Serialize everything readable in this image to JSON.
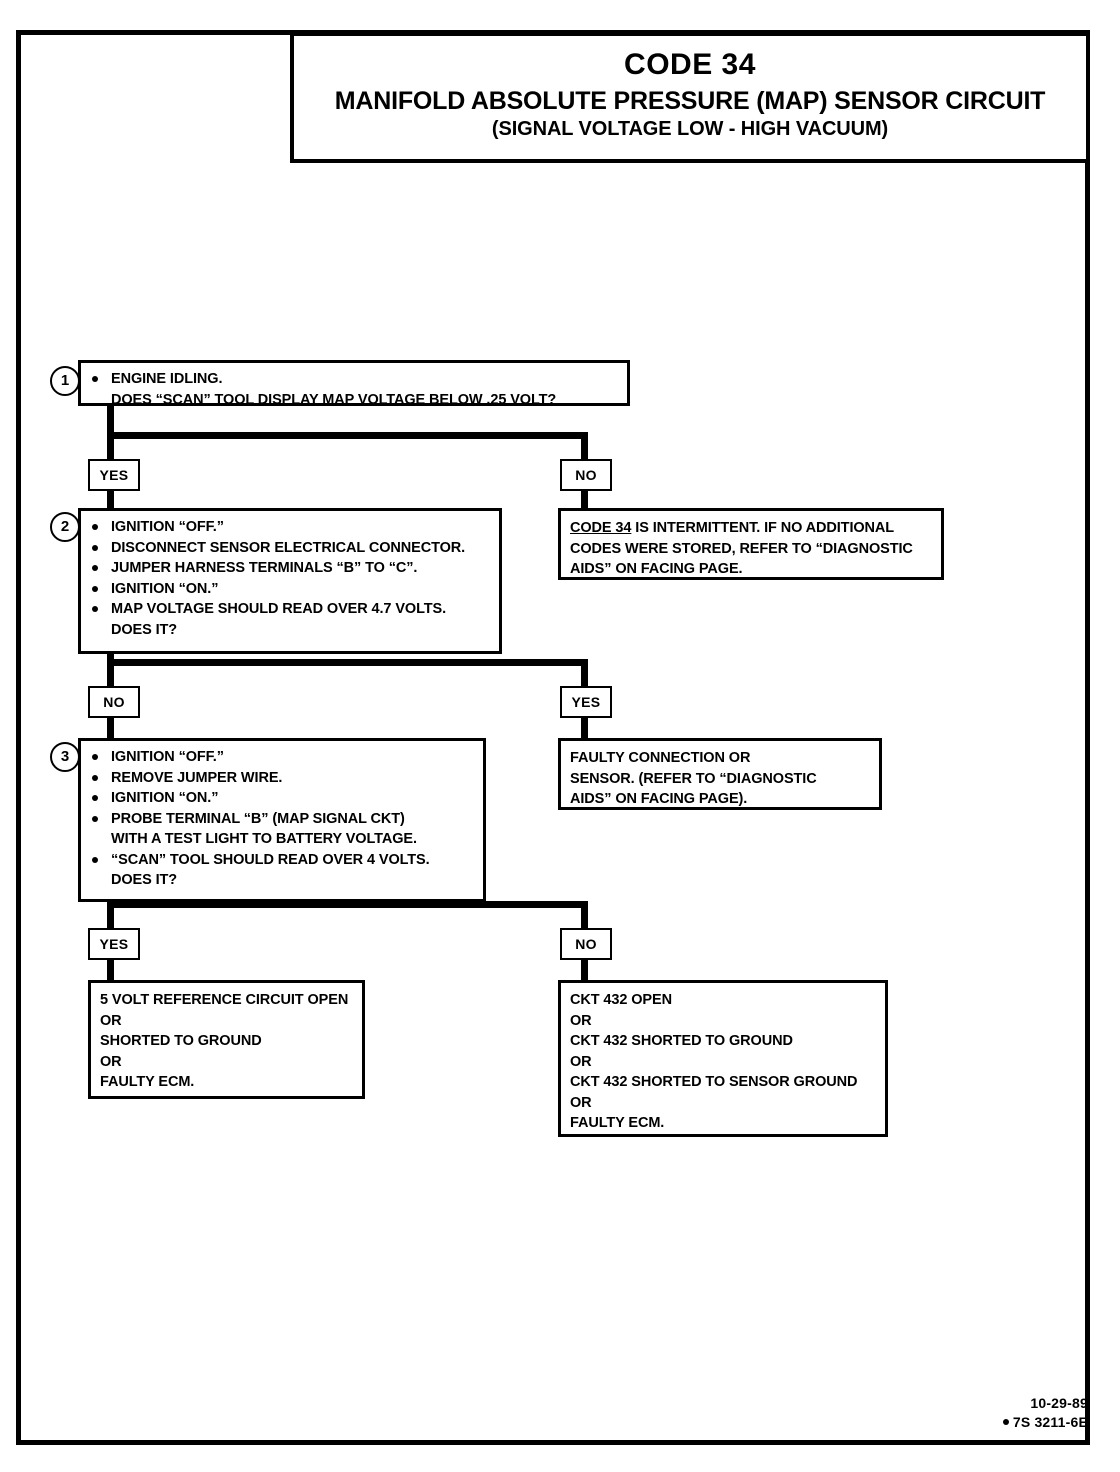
{
  "document": {
    "title_code": "CODE 34",
    "title_main": "MANIFOLD ABSOLUTE PRESSURE (MAP) SENSOR CIRCUIT",
    "title_sub": "(SIGNAL VOLTAGE LOW - HIGH VACUUM)"
  },
  "chart_data": {
    "type": "flowchart",
    "title": "CODE 34 - MANIFOLD ABSOLUTE PRESSURE (MAP) SENSOR CIRCUIT (SIGNAL VOLTAGE LOW - HIGH VACUUM)",
    "nodes": [
      {
        "id": "step1",
        "kind": "test-step",
        "number": "1",
        "lines": [
          {
            "text": "ENGINE IDLING.",
            "bullet": true
          },
          {
            "text": "DOES “SCAN” TOOL DISPLAY MAP VOLTAGE BELOW .25 VOLT?",
            "bullet": false
          }
        ]
      },
      {
        "id": "step2",
        "kind": "test-step",
        "number": "2",
        "lines": [
          {
            "text": "IGNITION “OFF.”",
            "bullet": true
          },
          {
            "text": "DISCONNECT SENSOR ELECTRICAL CONNECTOR.",
            "bullet": true
          },
          {
            "text": "JUMPER HARNESS TERMINALS “B” TO “C”.",
            "bullet": true
          },
          {
            "text": "IGNITION “ON.”",
            "bullet": true
          },
          {
            "text": "MAP VOLTAGE SHOULD READ OVER 4.7 VOLTS.",
            "bullet": true
          },
          {
            "text": "DOES IT?",
            "bullet": false
          }
        ]
      },
      {
        "id": "step3",
        "kind": "test-step",
        "number": "3",
        "lines": [
          {
            "text": "IGNITION “OFF.”",
            "bullet": true
          },
          {
            "text": "REMOVE JUMPER WIRE.",
            "bullet": true
          },
          {
            "text": "IGNITION “ON.”",
            "bullet": true
          },
          {
            "text": "PROBE TERMINAL “B” (MAP SIGNAL CKT)",
            "bullet": true
          },
          {
            "text": "WITH A TEST LIGHT TO BATTERY VOLTAGE.",
            "bullet": false
          },
          {
            "text": "“SCAN” TOOL SHOULD READ OVER 4 VOLTS.",
            "bullet": true
          },
          {
            "text": "DOES IT?",
            "bullet": false
          }
        ]
      },
      {
        "id": "result_intermittent",
        "kind": "result",
        "lines": [
          {
            "text": "CODE 34",
            "underline": true,
            "tail": " IS INTERMITTENT.  IF NO ADDITIONAL"
          },
          {
            "text": "CODES WERE STORED, REFER TO “DIAGNOSTIC"
          },
          {
            "text": "AIDS” ON FACING PAGE."
          }
        ]
      },
      {
        "id": "result_faulty_connection",
        "kind": "result",
        "lines": [
          {
            "text": "FAULTY CONNECTION OR"
          },
          {
            "text": "SENSOR.  (REFER TO “DIAGNOSTIC"
          },
          {
            "text": "AIDS” ON FACING PAGE)."
          }
        ]
      },
      {
        "id": "result_5volt",
        "kind": "result",
        "lines": [
          {
            "text": "5 VOLT REFERENCE CIRCUIT OPEN"
          },
          {
            "text": "OR"
          },
          {
            "text": "SHORTED TO GROUND"
          },
          {
            "text": "OR"
          },
          {
            "text": "FAULTY ECM."
          }
        ]
      },
      {
        "id": "result_ckt432",
        "kind": "result",
        "lines": [
          {
            "text": "CKT 432 OPEN"
          },
          {
            "text": "OR"
          },
          {
            "text": "CKT 432 SHORTED TO GROUND"
          },
          {
            "text": "OR"
          },
          {
            "text": "CKT 432 SHORTED TO SENSOR GROUND"
          },
          {
            "text": "OR"
          },
          {
            "text": "FAULTY ECM."
          }
        ]
      }
    ],
    "branches": [
      {
        "from": "step1",
        "left_label": "YES",
        "left_to": "step2",
        "right_label": "NO",
        "right_to": "result_intermittent"
      },
      {
        "from": "step2",
        "left_label": "NO",
        "left_to": "step3",
        "right_label": "YES",
        "right_to": "result_faulty_connection"
      },
      {
        "from": "step3",
        "left_label": "YES",
        "left_to": "result_5volt",
        "right_label": "NO",
        "right_to": "result_ckt432"
      }
    ]
  },
  "steps": {
    "one": {
      "number": "1",
      "l1": "ENGINE IDLING.",
      "l2": "DOES “SCAN” TOOL DISPLAY MAP VOLTAGE BELOW .25 VOLT?"
    },
    "two": {
      "number": "2",
      "l1": "IGNITION “OFF.”",
      "l2": "DISCONNECT SENSOR ELECTRICAL CONNECTOR.",
      "l3": "JUMPER HARNESS TERMINALS “B” TO “C”.",
      "l4": "IGNITION “ON.”",
      "l5": "MAP VOLTAGE SHOULD READ OVER 4.7 VOLTS.",
      "l6": "DOES IT?"
    },
    "three": {
      "number": "3",
      "l1": "IGNITION “OFF.”",
      "l2": "REMOVE JUMPER WIRE.",
      "l3": "IGNITION “ON.”",
      "l4": "PROBE TERMINAL “B” (MAP SIGNAL CKT)",
      "l5": "WITH A TEST LIGHT TO BATTERY VOLTAGE.",
      "l6": "“SCAN” TOOL SHOULD READ OVER 4 VOLTS.",
      "l7": "DOES IT?"
    }
  },
  "branch_labels": {
    "row1_left": "YES",
    "row1_right": "NO",
    "row2_left": "NO",
    "row2_right": "YES",
    "row3_left": "YES",
    "row3_right": "NO"
  },
  "results": {
    "intermittent": {
      "code": "CODE 34",
      "l1_tail": " IS INTERMITTENT.  IF NO ADDITIONAL",
      "l2": "CODES WERE STORED, REFER TO “DIAGNOSTIC",
      "l3": "AIDS” ON FACING PAGE."
    },
    "faulty_connection": {
      "l1": "FAULTY CONNECTION OR",
      "l2": "SENSOR.  (REFER TO “DIAGNOSTIC",
      "l3": "AIDS” ON FACING PAGE)."
    },
    "five_volt": {
      "l1": "5 VOLT REFERENCE CIRCUIT OPEN",
      "l2": "OR",
      "l3": "SHORTED TO GROUND",
      "l4": "OR",
      "l5": "FAULTY ECM."
    },
    "ckt432": {
      "l1": "CKT 432 OPEN",
      "l2": "OR",
      "l3": "CKT 432 SHORTED TO GROUND",
      "l4": "OR",
      "l5": "CKT 432 SHORTED TO SENSOR GROUND",
      "l6": "OR",
      "l7": "FAULTY ECM."
    }
  },
  "footer": {
    "date": "10-29-89",
    "part_number": "7S 3211-6E"
  }
}
